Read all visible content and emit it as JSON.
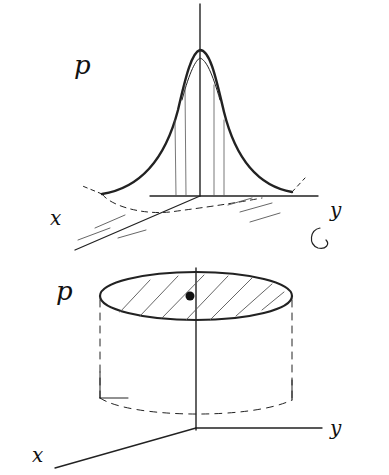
{
  "diagram": {
    "labels": [
      "p",
      "y",
      "x",
      "p",
      "y",
      "x"
    ]
  }
}
